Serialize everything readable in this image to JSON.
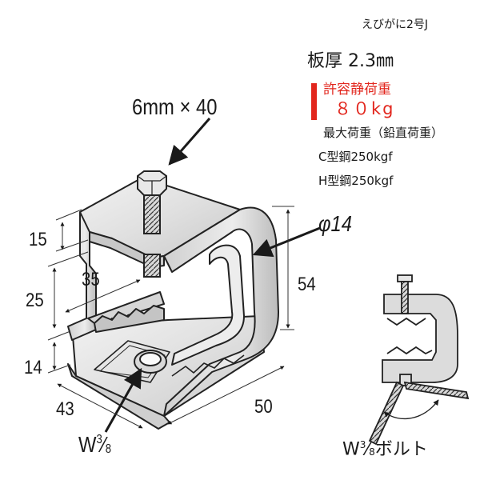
{
  "model": "えびがに2号J",
  "thickness": "板厚 2.3㎜",
  "allowable_label": "許容静荷重",
  "allowable_value": "８０kg",
  "max_label": "最大荷重（鉛直荷重）",
  "c_steel": "C型鋼250kgf",
  "h_steel": "H型鋼250kgf",
  "bolt_spec": "6mm × 40",
  "hole_dia": "φ14",
  "dims": {
    "d15": "15",
    "d25": "25",
    "d35": "35",
    "d14": "14",
    "d43": "43",
    "d50": "50",
    "d54": "54"
  },
  "thread_main": {
    "base": "W",
    "num": "3",
    "den": "8"
  },
  "thread_bolt": {
    "base": "W",
    "num": "3",
    "den": "8",
    "suffix": "ボルト"
  },
  "colors": {
    "accent": "#e2261d",
    "ink": "#1a1a1a",
    "metal": "#e4e4e4",
    "metal_dark": "#bdbdbd"
  }
}
